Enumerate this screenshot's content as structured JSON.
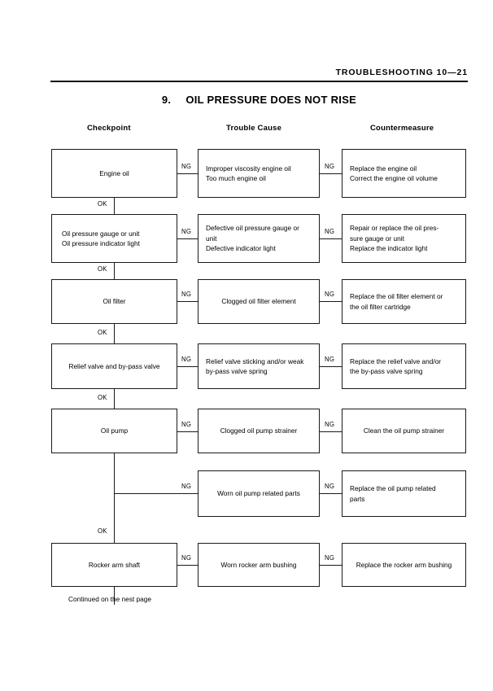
{
  "header": {
    "title": "TROUBLESHOOTING  10—21"
  },
  "doc": {
    "section_number": "9.",
    "title": "OIL PRESSURE DOES NOT RISE"
  },
  "columns": {
    "checkpoint": "Checkpoint",
    "trouble_cause": "Trouble Cause",
    "countermeasure": "Countermeasure"
  },
  "labels": {
    "ng": "NG",
    "ok": "OK"
  },
  "rows": [
    {
      "checkpoint": "Engine oil",
      "trouble_cause": "Improper viscosity engine oil\nToo much engine oil",
      "countermeasure": "Replace the engine oil\nCorrect the engine oil volume",
      "ng_1": "NG",
      "ng_2": "NG",
      "ok": "OK"
    },
    {
      "checkpoint": "Oil pressure gauge or unit\nOil pressure indicator light",
      "trouble_cause": "Defective oil pressure gauge or\nunit\nDefective indicator light",
      "countermeasure": "Repair or replace the oil pres-\nsure gauge or unit\nReplace the indicator light",
      "ng_1": "NG",
      "ng_2": "NG",
      "ok": "OK"
    },
    {
      "checkpoint": "Oil filter",
      "trouble_cause": "Clogged oil filter element",
      "countermeasure": "Replace the oil filter element or\nthe oil filter cartridge",
      "ng_1": "NG",
      "ng_2": "NG",
      "ok": "OK"
    },
    {
      "checkpoint": "Relief valve and by-pass valve",
      "trouble_cause": "Relief valve sticking and/or weak\nby-pass valve spring",
      "countermeasure": "Replace the relief valve and/or\nthe by-pass valve spring",
      "ng_1": "NG",
      "ng_2": "NG",
      "ok": "OK"
    },
    {
      "checkpoint": "Oil pump",
      "trouble_cause": "Clogged oil pump strainer",
      "countermeasure": "Clean the oil pump strainer",
      "ng_1": "NG",
      "ng_2": "NG",
      "ok": "OK"
    },
    {
      "checkpoint": "",
      "trouble_cause": "Worn oil pump related parts",
      "countermeasure": "Replace the oil pump related\nparts",
      "ng_1": "NG",
      "ng_2": "NG",
      "ok": "OK"
    },
    {
      "checkpoint": "Rocker arm shaft",
      "trouble_cause": "Worn rocker arm bushing",
      "countermeasure": "Replace the rocker arm bushing",
      "ng_1": "NG",
      "ng_2": "NG",
      "ok": ""
    }
  ],
  "footer": {
    "note": "Continued on the nest page"
  }
}
